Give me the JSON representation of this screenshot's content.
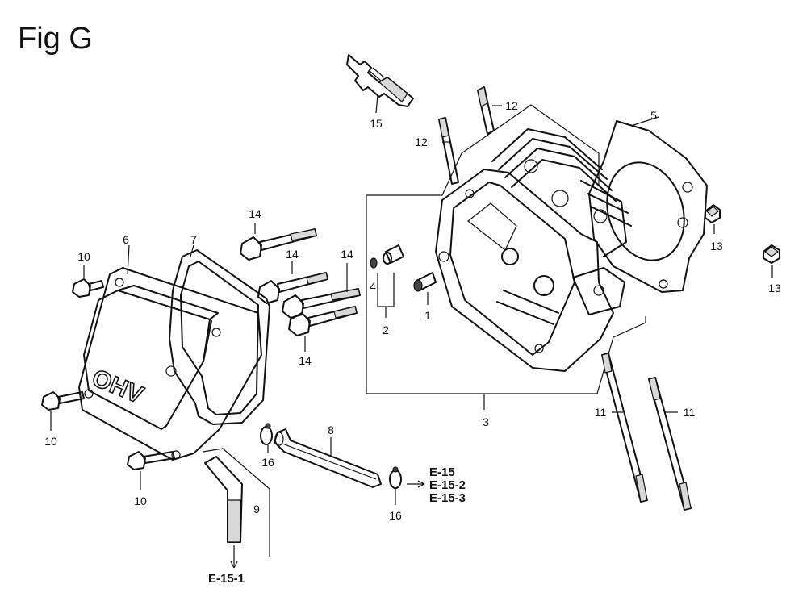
{
  "title": "Fig G",
  "callouts": [
    "1",
    "2",
    "3",
    "4",
    "5",
    "6",
    "7",
    "8",
    "9",
    "10",
    "10",
    "10",
    "11",
    "11",
    "12",
    "12",
    "13",
    "13",
    "14",
    "14",
    "14",
    "14",
    "15",
    "16",
    "16"
  ],
  "refs": {
    "ref_e15": "E-15",
    "ref_e15_2": "E-15-2",
    "ref_e15_3": "E-15-3",
    "ref_e15_1": "E-15-1"
  },
  "logo": "OHV"
}
